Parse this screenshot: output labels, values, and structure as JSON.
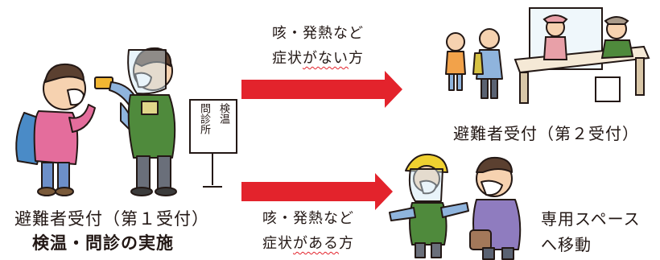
{
  "station_1": {
    "line1": "避難者受付（第１受付）",
    "line2": "検温・問診の実施"
  },
  "sign": {
    "col_right": "検温",
    "col_left": "問診所"
  },
  "route_no_symptoms": {
    "line1": "咳・発熱など",
    "line2_pre": "症状",
    "line2_mark": "がない",
    "line2_post": "方"
  },
  "route_symptoms": {
    "line1": "咳・発熱など",
    "line2_pre": "症状",
    "line2_mark": "がある",
    "line2_post": "方"
  },
  "station_2": {
    "label": "避難者受付（第２受付）"
  },
  "destination": {
    "line1": "専用スペース",
    "line2": "へ移動"
  },
  "colors": {
    "arrow": "#e3232c",
    "vest": "#4f8a3c",
    "backpack": "#4a8bc7",
    "jacket_purple": "#8f7cbf",
    "helmet": "#f0d030"
  }
}
